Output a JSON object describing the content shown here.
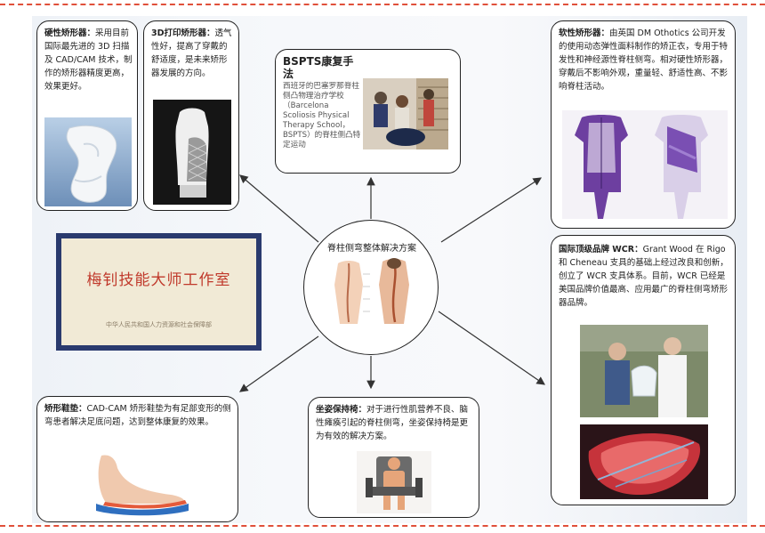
{
  "center": {
    "title": "脊柱侧弯整体解决方案"
  },
  "cards": {
    "hard_brace": {
      "title": "硬性矫形器：",
      "body": "采用目前国际最先进的 3D 扫描及 CAD/CAM 技术，制作的矫形器精度更高，效果更好。"
    },
    "print3d_brace": {
      "title": "3D打印矫形器：",
      "body": "透气性好，提高了穿戴的舒适度，是未来矫形器发展的方向。"
    },
    "bspts": {
      "title": "BSPTS康复手法",
      "body": "西班牙的巴塞罗那脊柱侧凸物理治疗学校（Barcelona Scoliosis Physical Therapy School，BSPTS）的脊柱侧凸特定运动"
    },
    "soft_brace": {
      "title": "软性矫形器：",
      "body": "由英国 DM Othotics 公司开发的使用动态弹性面料制作的矫正衣，专用于特发性和神经源性脊柱侧弯。相对硬性矫形器，穿戴后不影响外观，重量轻、舒适性高、不影响脊柱活动。"
    },
    "wcr": {
      "title": "国际顶级品牌 WCR：",
      "body": "Grant Wood 在 Rigo 和 Cheneau 支具的基础上经过改良和创新，创立了 WCR 支具体系。目前，WCR 已经是美国品牌价值最高、应用最广的脊柱侧弯矫形器品牌。"
    },
    "insole": {
      "title": "矫形鞋垫：",
      "body": "CAD-CAM 矫形鞋垫为有足部变形的侧弯患者解决足底问题，达到整体康复的效果。"
    },
    "seating": {
      "title": "坐姿保持椅：",
      "body": "对于进行性肌营养不良、脑性瘫痪引起的脊柱侧弯，坐姿保持椅是更为有效的解决方案。"
    }
  },
  "plaque": {
    "heading": "梅钊技能大师工作室",
    "subtext": "中华人民共和国人力资源和社会保障部"
  },
  "colors": {
    "border_dash": "#e0503a",
    "arrow": "#333333",
    "plaque_text": "#c0392b",
    "frame": "#2a3a6e"
  }
}
